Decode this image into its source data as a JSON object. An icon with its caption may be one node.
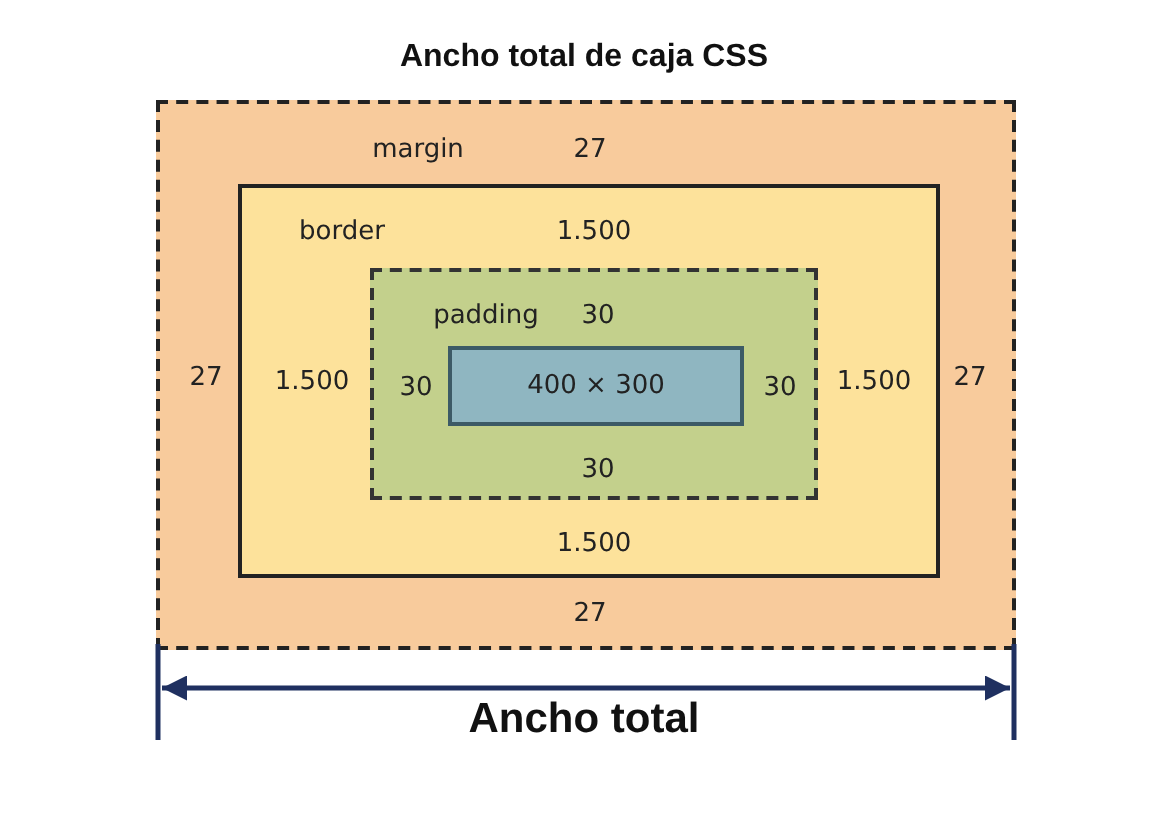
{
  "diagram": {
    "title": "Ancho total de caja CSS",
    "nodes": [
      {
        "text": [
          "margin",
          "27",
          "27",
          "27",
          "27"
        ]
      },
      {
        "text": [
          "border",
          "1.500",
          "1.500",
          "1.500",
          "1.500"
        ],
        "in": 0
      },
      {
        "text": [
          "padding",
          "30",
          "30",
          "30",
          "30"
        ],
        "in": 1
      },
      {
        "text": [
          "400 × 300"
        ],
        "in": 2
      }
    ],
    "labels": [
      "Ancho total"
    ]
  }
}
